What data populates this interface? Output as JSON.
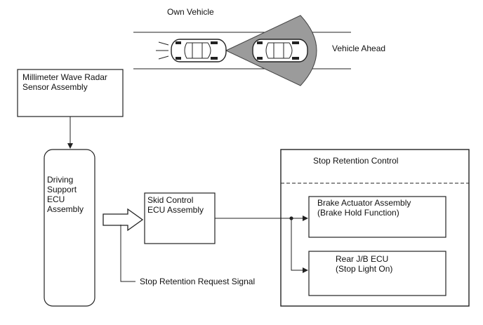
{
  "scene": {
    "own_vehicle_label": "Own Vehicle",
    "vehicle_ahead_label": "Vehicle Ahead"
  },
  "boxes": {
    "radar_sensor": "Millimeter Wave Radar\nSensor Assembly",
    "driving_support_ecu": "Driving\nSupport\nECU\nAssembly",
    "skid_control_ecu": "Skid Control\nECU Assembly",
    "stop_retention_control": "Stop Retention Control",
    "brake_actuator": "Brake Actuator Assembly\n(Brake Hold Function)",
    "rear_jb_ecu": "Rear J/B ECU\n(Stop Light On)"
  },
  "signals": {
    "stop_retention_request": "Stop Retention Request Signal"
  }
}
